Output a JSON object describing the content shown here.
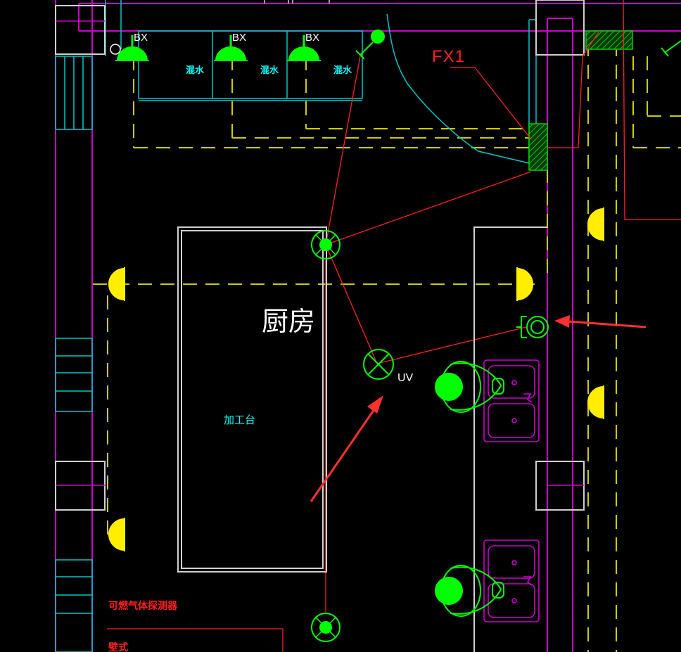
{
  "colors": {
    "background": "#000000",
    "wall": "#cc00cc",
    "window": "#00c8c8",
    "fixture": "#00ff00",
    "sensor": "#ffee00",
    "wire": "#ff2020",
    "outline": "#d0d0d0",
    "duct": "#00c8c8",
    "arrow": "#ff3030"
  },
  "labels": {
    "bx_1": "BX",
    "bx_2": "BX",
    "bx_3": "BX",
    "mix_1": "混水",
    "mix_2": "混水",
    "mix_3": "混水",
    "fx1": "FX1",
    "room": "厨房",
    "bench": "加工台",
    "uv": "UV",
    "gas_detector": "可燃气体探测器",
    "bottom_note": "壁式"
  },
  "icons": [
    "pendant-lamp-icon",
    "ceiling-light-icon",
    "uv-lamp-icon",
    "wall-sensor-icon",
    "socket-icon",
    "sink-icon",
    "cook-figure-icon",
    "red-arrow-icon"
  ]
}
